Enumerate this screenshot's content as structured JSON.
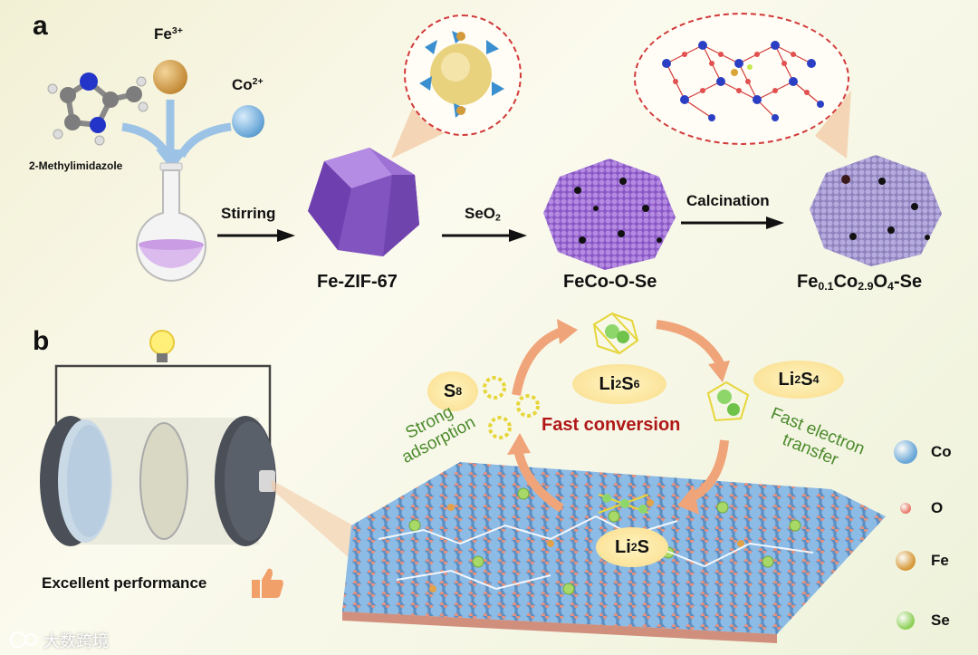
{
  "panel_a": {
    "letter": "a",
    "precursors": {
      "linker": "2-Methylimidazole",
      "fe_ion": {
        "base": "Fe",
        "sup": "3+"
      },
      "co_ion": {
        "base": "Co",
        "sup": "2+"
      }
    },
    "steps": [
      {
        "arrow_label": "Stirring",
        "product": "Fe-ZIF-67"
      },
      {
        "arrow_label_base": "SeO",
        "arrow_label_sub": "2",
        "product": "FeCo-O-Se"
      },
      {
        "arrow_label": "Calcination"
      }
    ],
    "final_product": {
      "p1": "Fe",
      "s1": "0.1",
      "p2": "Co",
      "s2": "2.9",
      "p3": "O",
      "s3": "4",
      "p4": "-Se"
    }
  },
  "panel_b": {
    "letter": "b",
    "battery_caption": "Excellent performance",
    "species": {
      "s8": {
        "base": "S",
        "sub": "8"
      },
      "li2s6": {
        "a": "Li",
        "a_sub": "2",
        "b": "S",
        "b_sub": "6"
      },
      "li2s4": {
        "a": "Li",
        "a_sub": "2",
        "b": "S",
        "b_sub": "4"
      },
      "li2s": {
        "a": "Li",
        "a_sub": "2",
        "b": "S"
      }
    },
    "center_text": "Fast conversion",
    "left_text": [
      "Strong",
      "adsorption"
    ],
    "right_text": [
      "Fast electron",
      "transfer"
    ]
  },
  "legend": [
    {
      "label": "Co",
      "color": "#6aa7d8"
    },
    {
      "label": "O",
      "color": "#e87a6a"
    },
    {
      "label": "Fe",
      "color": "#d79a3c"
    },
    {
      "label": "Se",
      "color": "#8fd05a"
    }
  ],
  "watermark": "大数跨境",
  "colors": {
    "purple": "#8c5cc8",
    "red_text": "#b01818",
    "green_text": "#4c8a2c",
    "arrow_orange": "#f0a479"
  }
}
